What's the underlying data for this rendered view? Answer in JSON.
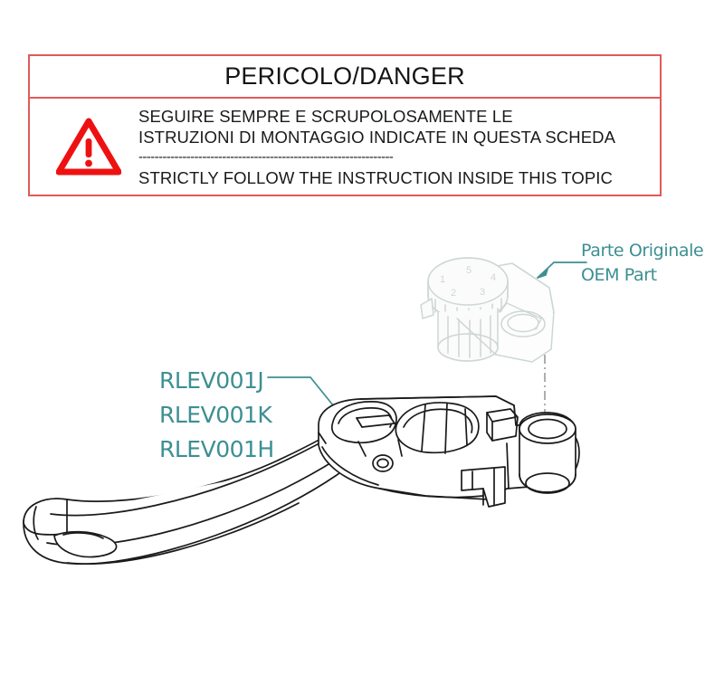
{
  "danger": {
    "title": "PERICOLO/DANGER",
    "icon": "warning-triangle-icon",
    "line_it_1": "SEGUIRE SEMPRE E SCRUPOLOSAMENTE LE",
    "line_it_2": "ISTRUZIONI DI MONTAGGIO INDICATE IN QUESTA SCHEDA",
    "separator": "----------------------------------------------------------------",
    "line_en_1": "STRICTLY FOLLOW THE INSTRUCTION INSIDE THIS TOPIC",
    "border_color": "#e05a5a",
    "icon_color": "#ee1111"
  },
  "part_codes": {
    "items": [
      {
        "code": "RLEV001J"
      },
      {
        "code": "RLEV001K"
      },
      {
        "code": "RLEV001H"
      }
    ],
    "color": "#3d8f92"
  },
  "oem": {
    "line_it": "Parte Originale",
    "line_en": "OEM Part",
    "color": "#3d8f92"
  },
  "dial": {
    "numbers": [
      "1",
      "2",
      "3",
      "4",
      "5"
    ]
  },
  "drawing": {
    "lever_name": "brake-clutch-lever",
    "oem_part_name": "oem-bracket-assembly",
    "line_color": "#1a1a1a",
    "oem_line_color": "#ced6d6",
    "centerline_color": "#9a9a9a"
  }
}
